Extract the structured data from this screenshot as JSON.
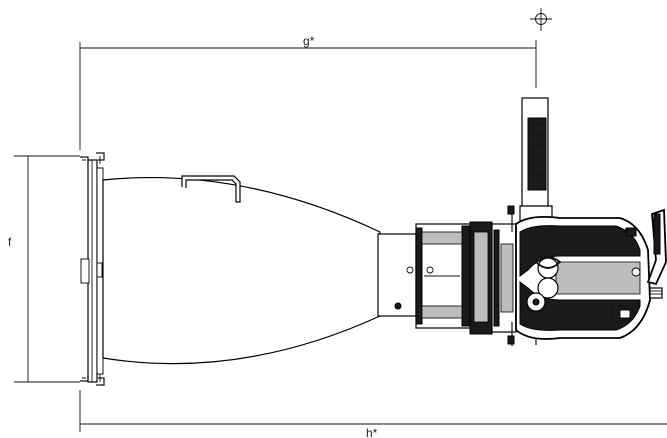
{
  "dimensions": {
    "g_label": "g*",
    "f_label": "f",
    "h_label": "h*"
  },
  "symbols": {
    "center_of_gravity": "crosshair-circle-icon"
  },
  "colors": {
    "line": "#111111",
    "fill_dark": "#1a1a1a",
    "fill_grey": "#bdbdbd",
    "background": "#ffffff"
  }
}
